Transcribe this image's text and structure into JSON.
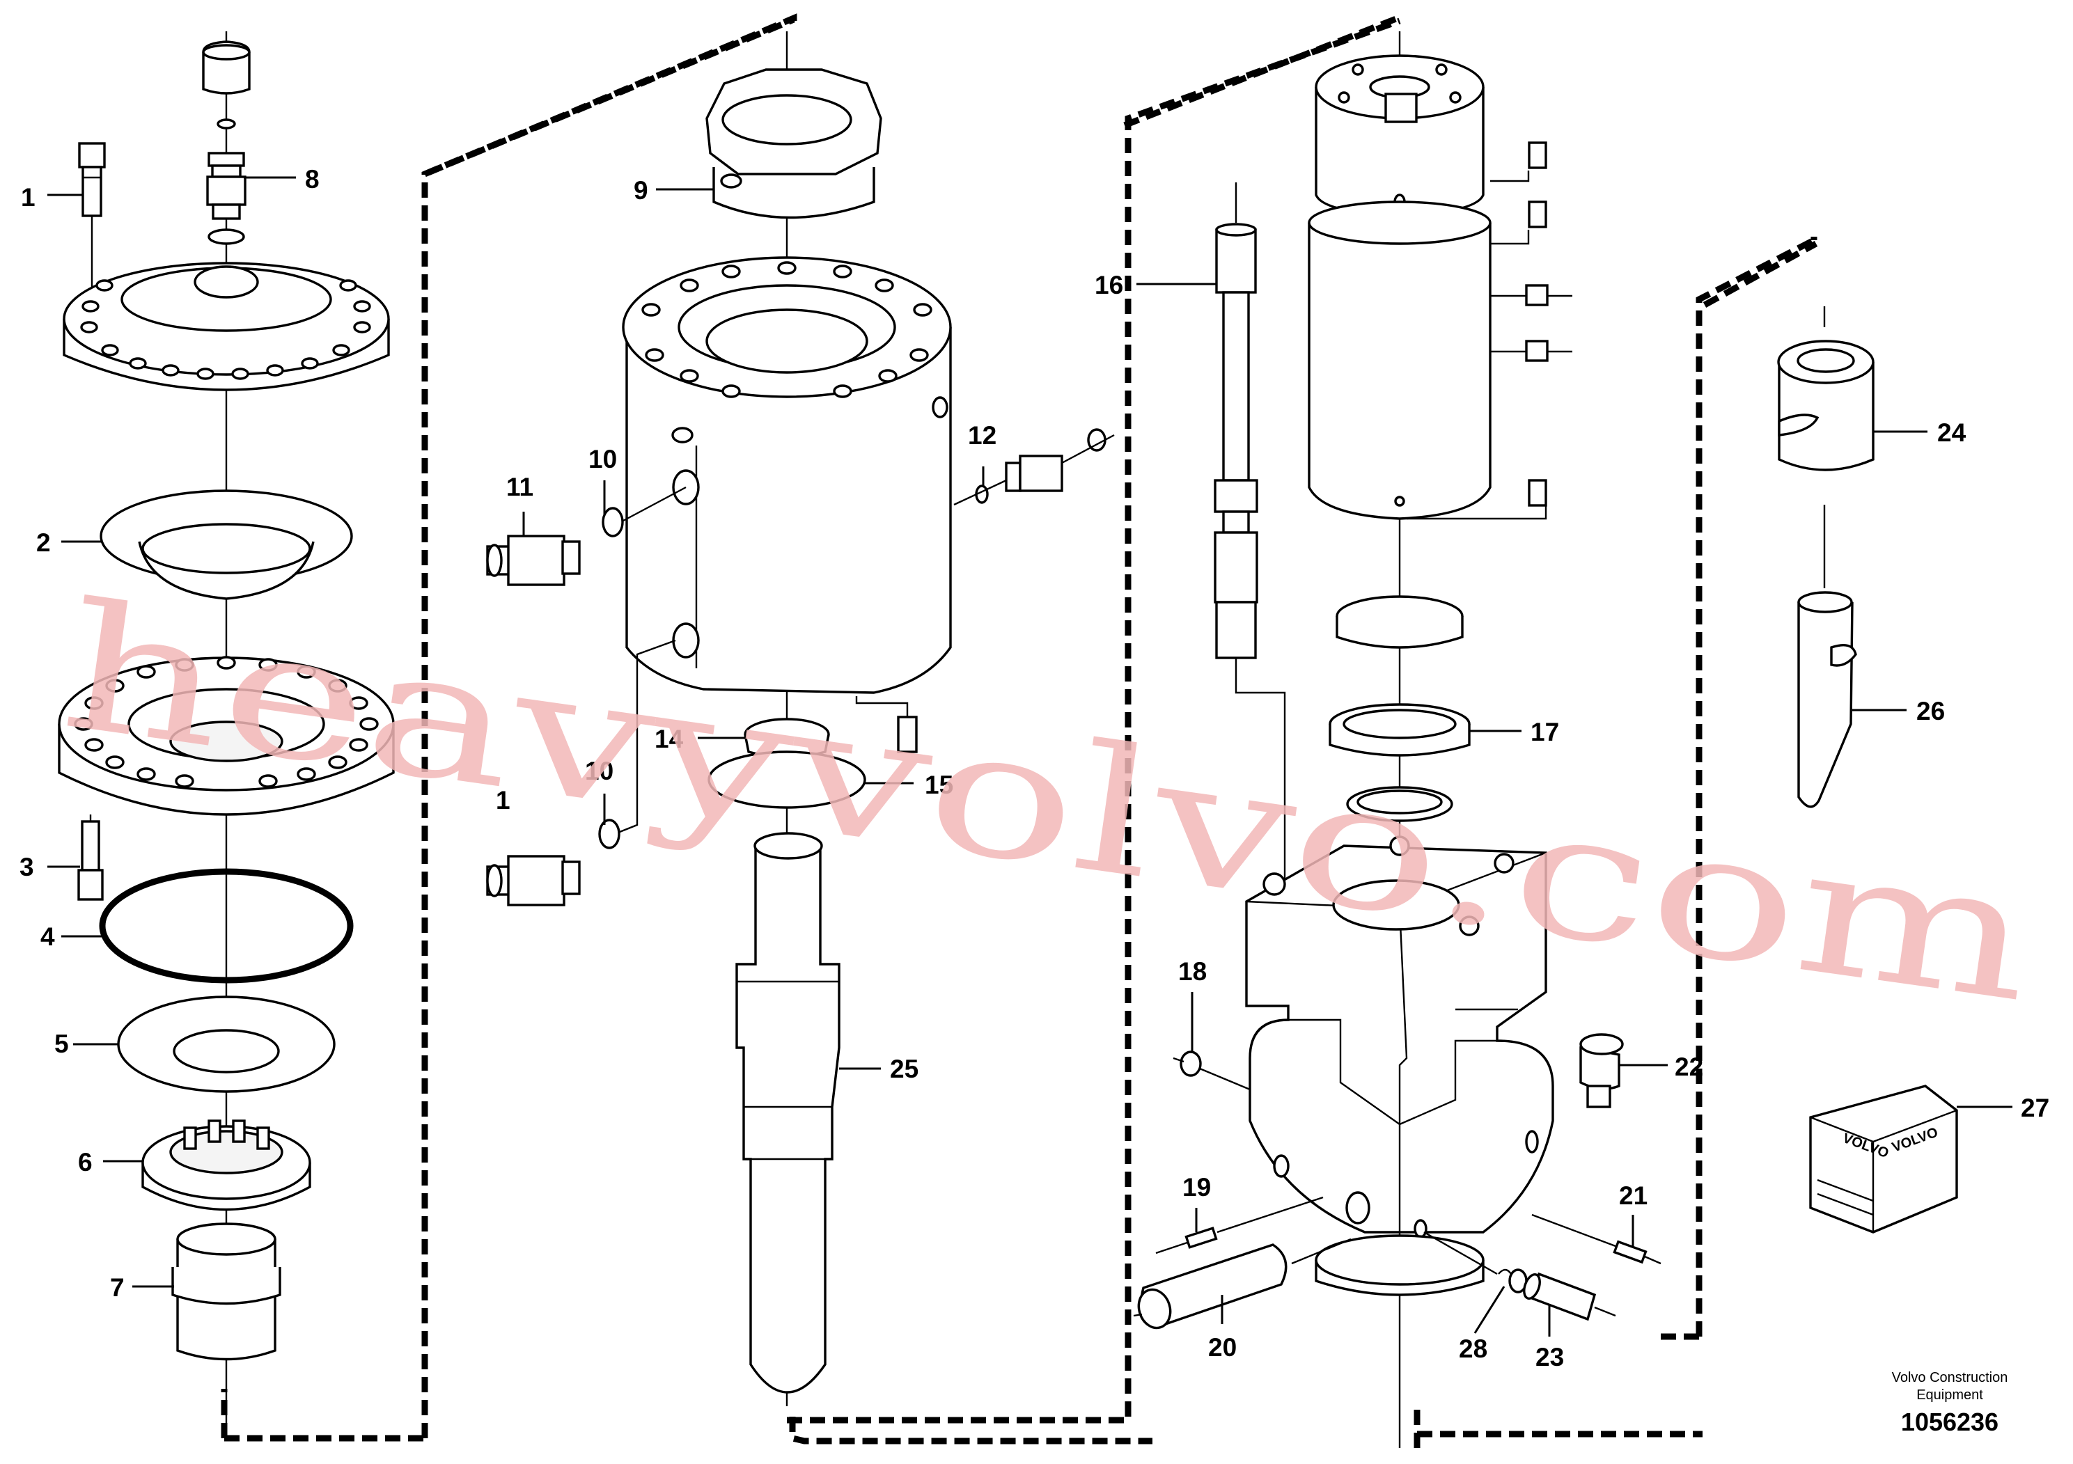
{
  "callouts": [
    "1",
    "2",
    "3",
    "4",
    "5",
    "6",
    "7",
    "8",
    "9",
    "10",
    "11",
    "12",
    "14",
    "15",
    "16",
    "17",
    "18",
    "19",
    "20",
    "21",
    "22",
    "23",
    "24",
    "25",
    "26",
    "27",
    "28"
  ],
  "callouts_repeat": {
    "one_lower": "1",
    "ten_lower": "10",
    "eleven_upper": "11"
  },
  "footer": {
    "company_line1": "Volvo Construction",
    "company_line2": "Equipment",
    "figure_number": "1056236"
  },
  "watermark": "heavyvolvo.com",
  "kit_box_text": [
    "VOLVO",
    "VOLVO"
  ],
  "colors": {
    "line": "#000000",
    "background": "#ffffff",
    "watermark": "#f3b8b8"
  }
}
